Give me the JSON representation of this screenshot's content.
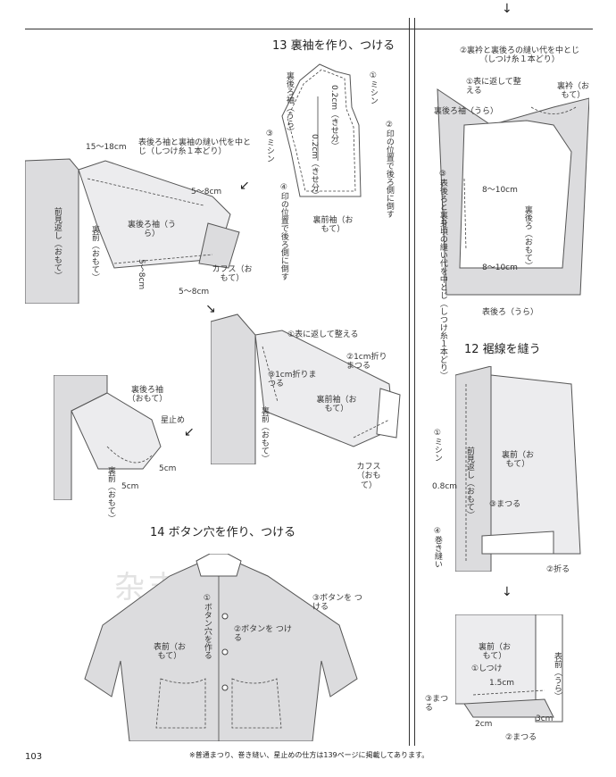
{
  "page_number": "103",
  "footnote": "※普通まつり、巻き縫い、星止めの仕方は139ページに掲載してあります。",
  "watermark": "杂志社",
  "step13": {
    "title": "13 裏袖を作り、つける",
    "pattern_labels": {
      "ura_ushiro_sode": "裏後ろ袖（うら）",
      "mishin1": "①ミシン",
      "kisebun1": "0.2cm（きせ分）",
      "shirushi_ushiro": "②印の位置で後ろ側に倒す",
      "mishin3": "③ミシン",
      "kisebun2": "0.2cm（きせ分）",
      "shirushi4": "④印の位置で後ろ側に倒す",
      "ura_mae_sode": "裏前袖（おもて）"
    },
    "attach_labels": {
      "nakatoji": "表後ろ袖と裏袖の縫い代を中とじ（しつけ糸１本どり）",
      "range_top": "15〜18cm",
      "mikaeshi": "前見返し（おもて）",
      "ura_mae": "裏前（おもて）",
      "ura_ushiro_sode_ura": "裏後ろ袖（うら）",
      "range_right": "5〜8cm",
      "cuffs": "カフス（おもて）",
      "range_bottom": "5〜8cm",
      "range_left": "5〜8cm"
    },
    "finish_labels": {
      "omote_kaeshi": "①表に返して整える",
      "fold_1cm_a": "③1cm折りまつる",
      "fold_1cm_b": "②1cm折りまつる",
      "ura_mae_sode": "裏前袖（おもて）",
      "ura_mae": "裏前（おもて）",
      "cuffs": "カフス（おもて）"
    },
    "star_labels": {
      "ura_ushiro_sode": "裏後ろ袖（おもて）",
      "hoshidome": "星止め",
      "ura_mae": "裏前（おもて）",
      "cm5a": "5cm",
      "cm5b": "5cm"
    }
  },
  "step14": {
    "title": "14 ボタン穴を作り、つける",
    "labels": {
      "buttonhole": "①ボタン穴を作る",
      "button_attach": "②ボタンを つける",
      "button_attach3": "③ボタンを つける",
      "omote_mae": "表前（おもて）"
    }
  },
  "right_top": {
    "labels": {
      "nakatoji": "②裏衿と裏後ろの縫い代を中とじ（しつけ糸１本どり）",
      "omote_kaeshi": "①表に返して整える",
      "ura_eri": "裏衿（おもて）",
      "ura_ushiro_sode": "裏後ろ袖（うら）",
      "range1": "8〜10cm",
      "nakatoji2": "③表後ろと裏身頃の縫い代を中とじ（しつけ糸１本どり）",
      "ura_ushiro": "裏後ろ（おもて）",
      "range2": "8〜10cm",
      "omote_ushiro": "表後ろ（うら）"
    }
  },
  "step12": {
    "title": "12 裾線を縫う",
    "labels": {
      "mishin": "①ミシン",
      "mikaeshi": "前見返し（おもて）",
      "ura_mae": "裏前（おもて）",
      "cm08": "0.8cm",
      "matsuru3": "③まつる",
      "makinui": "④巻き縫い",
      "oru2": "②折る",
      "ura_mae2": "裏前（おもて）",
      "shitsuke": "①しつけ",
      "cm15": "1.5cm",
      "omote_mae": "表前（うら）",
      "matsuru3b": "③まつる",
      "cm2": "2cm",
      "cm3": "3cm",
      "matsuru2": "②まつる"
    }
  }
}
